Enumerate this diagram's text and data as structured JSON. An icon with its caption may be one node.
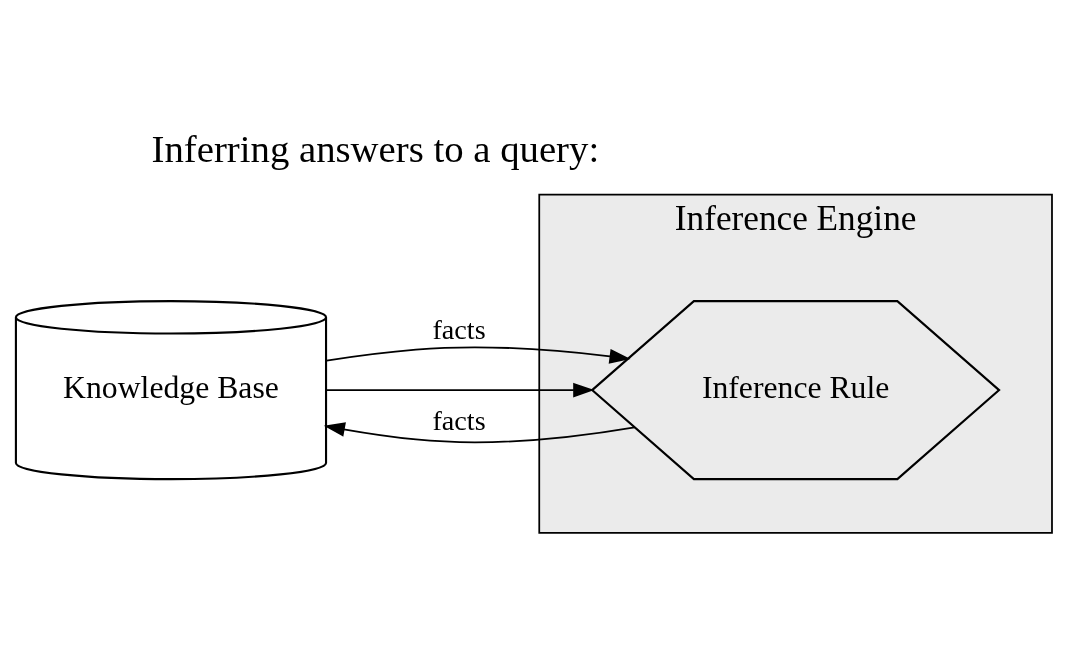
{
  "diagram": {
    "title": "Inferring answers to a query:",
    "nodes": [
      {
        "text": [
          "Knowledge Base"
        ]
      },
      {
        "text": [
          "Inference Engine"
        ]
      },
      {
        "text": [
          "Inference Rule"
        ],
        "in": 1
      }
    ],
    "edges": [
      {
        "from": 0,
        "to": 2,
        "arrow": "to",
        "label": "facts"
      },
      {
        "from": 0,
        "to": 2,
        "arrow": "to"
      },
      {
        "from": 2,
        "to": 0,
        "arrow": "to",
        "label": "facts"
      }
    ]
  }
}
